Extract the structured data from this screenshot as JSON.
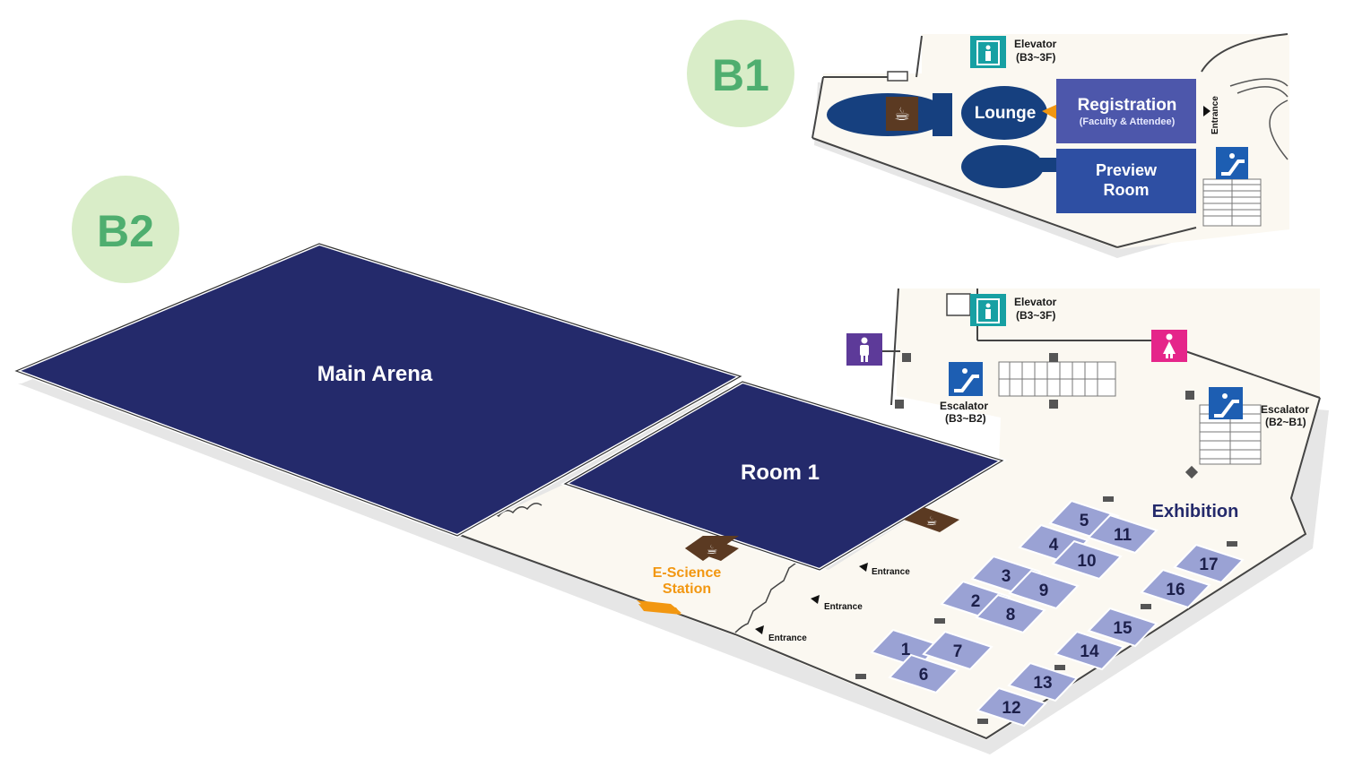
{
  "floors": {
    "b1": "B1",
    "b2": "B2"
  },
  "colors": {
    "floor": "#fbf8f1",
    "shadow": "#e7e7e7",
    "navy": "#242a6b",
    "blue": "#2e4fa3",
    "dark_blue": "#16407f",
    "booth": "#9aa2d4",
    "teal": "#17a0a3",
    "purple": "#5d3a99",
    "pink": "#e5258a",
    "coffee": "#5b3a22",
    "orange": "#f29711",
    "badge": "#d9edc8",
    "badge_text": "#4fae6f"
  },
  "b1": {
    "lounge": "Lounge",
    "registration": "Registration",
    "registration_sub": "(Faculty & Attendee)",
    "preview_line1": "Preview",
    "preview_line2": "Room",
    "entrance": "Entrance",
    "elevator_line1": "Elevator",
    "elevator_line2": "(B3~3F)"
  },
  "b2": {
    "main_arena": "Main Arena",
    "room1": "Room 1",
    "escience_line1": "E-Science",
    "escience_line2": "Station",
    "entrance": "Entrance",
    "exhibition": "Exhibition",
    "elevator_line1": "Elevator",
    "elevator_line2": "(B3~3F)",
    "escalator_left_line1": "Escalator",
    "escalator_left_line2": "(B3~B2)",
    "escalator_right_line1": "Escalator",
    "escalator_right_line2": "(B2~B1)"
  },
  "booths": [
    "1",
    "2",
    "3",
    "4",
    "5",
    "6",
    "7",
    "8",
    "9",
    "10",
    "11",
    "12",
    "13",
    "14",
    "15",
    "16",
    "17"
  ]
}
